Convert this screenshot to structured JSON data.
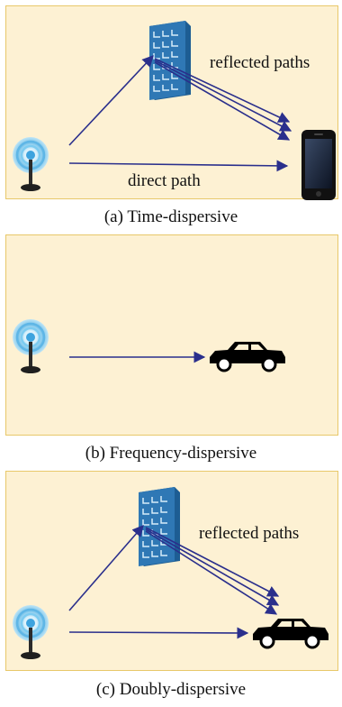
{
  "panels": [
    {
      "caption": "(a) Time-dispersive",
      "reflected_label": "reflected paths",
      "direct_label": "direct path",
      "receiver": "phone-icon"
    },
    {
      "caption": "(b) Frequency-dispersive",
      "receiver": "car-icon"
    },
    {
      "caption": "(c) Doubly-dispersive",
      "reflected_label": "reflected paths",
      "receiver": "car-icon"
    }
  ],
  "colors": {
    "panel_bg": "#fdf1d3",
    "panel_border": "#e8c86a",
    "arrow": "#2a2f8c",
    "building": "#2f78b5",
    "antenna": "#5fb6e6"
  }
}
